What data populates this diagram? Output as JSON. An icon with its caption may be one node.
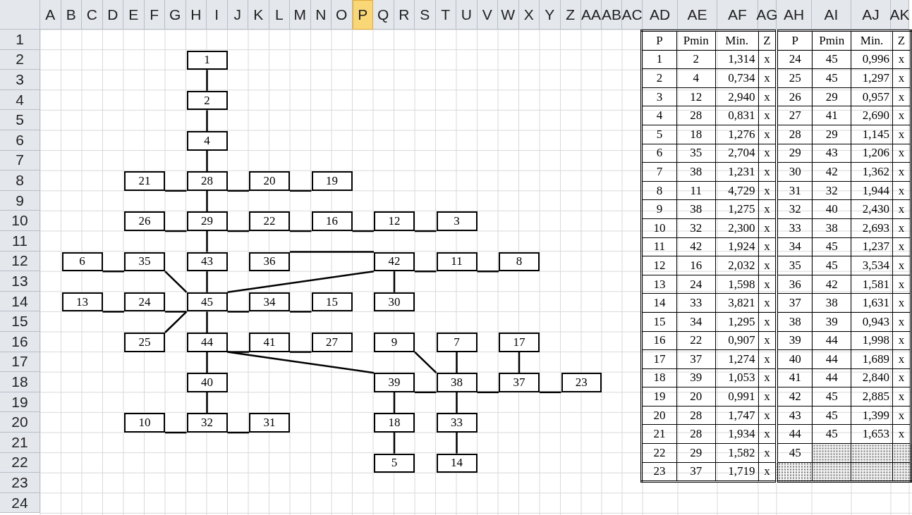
{
  "diagram": {
    "nodes": [
      {
        "text": [
          "1"
        ]
      },
      {
        "text": [
          "2"
        ]
      },
      {
        "text": [
          "4"
        ]
      },
      {
        "text": [
          "21"
        ]
      },
      {
        "text": [
          "28"
        ]
      },
      {
        "text": [
          "20"
        ]
      },
      {
        "text": [
          "19"
        ]
      },
      {
        "text": [
          "26"
        ]
      },
      {
        "text": [
          "29"
        ]
      },
      {
        "text": [
          "22"
        ]
      },
      {
        "text": [
          "16"
        ]
      },
      {
        "text": [
          "12"
        ]
      },
      {
        "text": [
          "3"
        ]
      },
      {
        "text": [
          "6"
        ]
      },
      {
        "text": [
          "35"
        ]
      },
      {
        "text": [
          "43"
        ]
      },
      {
        "text": [
          "36"
        ]
      },
      {
        "text": [
          "42"
        ]
      },
      {
        "text": [
          "11"
        ]
      },
      {
        "text": [
          "8"
        ]
      },
      {
        "text": [
          "13"
        ]
      },
      {
        "text": [
          "24"
        ]
      },
      {
        "text": [
          "45"
        ]
      },
      {
        "text": [
          "34"
        ]
      },
      {
        "text": [
          "15"
        ]
      },
      {
        "text": [
          "30"
        ]
      },
      {
        "text": [
          "25"
        ]
      },
      {
        "text": [
          "44"
        ]
      },
      {
        "text": [
          "41"
        ]
      },
      {
        "text": [
          "27"
        ]
      },
      {
        "text": [
          "9"
        ]
      },
      {
        "text": [
          "7"
        ]
      },
      {
        "text": [
          "17"
        ]
      },
      {
        "text": [
          "40"
        ]
      },
      {
        "text": [
          "39"
        ]
      },
      {
        "text": [
          "38"
        ]
      },
      {
        "text": [
          "37"
        ]
      },
      {
        "text": [
          "23"
        ]
      },
      {
        "text": [
          "10"
        ]
      },
      {
        "text": [
          "32"
        ]
      },
      {
        "text": [
          "31"
        ]
      },
      {
        "text": [
          "18"
        ]
      },
      {
        "text": [
          "33"
        ]
      },
      {
        "text": [
          "5"
        ]
      },
      {
        "text": [
          "14"
        ]
      }
    ],
    "edges": [
      {
        "from": 0,
        "to": 1,
        "arrow": "none"
      },
      {
        "from": 1,
        "to": 2,
        "arrow": "none"
      },
      {
        "from": 12,
        "to": 11,
        "arrow": "none"
      },
      {
        "from": 2,
        "to": 4,
        "arrow": "none"
      },
      {
        "from": 43,
        "to": 41,
        "arrow": "none"
      },
      {
        "from": 13,
        "to": 14,
        "arrow": "none"
      },
      {
        "from": 31,
        "to": 35,
        "arrow": "none"
      },
      {
        "from": 19,
        "to": 18,
        "arrow": "none"
      },
      {
        "from": 30,
        "to": 35,
        "arrow": "none"
      },
      {
        "from": 38,
        "to": 39,
        "arrow": "none"
      },
      {
        "from": 18,
        "to": 17,
        "arrow": "none"
      },
      {
        "from": 11,
        "to": 10,
        "arrow": "none"
      },
      {
        "from": 20,
        "to": 21,
        "arrow": "none"
      },
      {
        "from": 44,
        "to": 42,
        "arrow": "none"
      },
      {
        "from": 24,
        "to": 23,
        "arrow": "none"
      },
      {
        "from": 10,
        "to": 9,
        "arrow": "none"
      },
      {
        "from": 32,
        "to": 36,
        "arrow": "none"
      },
      {
        "from": 41,
        "to": 34,
        "arrow": "none"
      },
      {
        "from": 6,
        "to": 5,
        "arrow": "none"
      },
      {
        "from": 5,
        "to": 4,
        "arrow": "none"
      },
      {
        "from": 3,
        "to": 4,
        "arrow": "none"
      },
      {
        "from": 9,
        "to": 8,
        "arrow": "none"
      },
      {
        "from": 37,
        "to": 36,
        "arrow": "none"
      },
      {
        "from": 21,
        "to": 22,
        "arrow": "none"
      },
      {
        "from": 26,
        "to": 22,
        "arrow": "none"
      },
      {
        "from": 7,
        "to": 8,
        "arrow": "none"
      },
      {
        "from": 29,
        "to": 28,
        "arrow": "none"
      },
      {
        "from": 4,
        "to": 8,
        "arrow": "none"
      },
      {
        "from": 8,
        "to": 15,
        "arrow": "none"
      },
      {
        "from": 25,
        "to": 17,
        "arrow": "none"
      },
      {
        "from": 40,
        "to": 39,
        "arrow": "none"
      },
      {
        "from": 39,
        "to": 33,
        "arrow": "none"
      },
      {
        "from": 42,
        "to": 35,
        "arrow": "none"
      },
      {
        "from": 23,
        "to": 22,
        "arrow": "none"
      },
      {
        "from": 14,
        "to": 22,
        "arrow": "none"
      },
      {
        "from": 16,
        "to": 17,
        "arrow": "none"
      },
      {
        "from": 36,
        "to": 35,
        "arrow": "none"
      },
      {
        "from": 35,
        "to": 34,
        "arrow": "none"
      },
      {
        "from": 34,
        "to": 27,
        "arrow": "none"
      },
      {
        "from": 33,
        "to": 27,
        "arrow": "none"
      },
      {
        "from": 28,
        "to": 27,
        "arrow": "none"
      },
      {
        "from": 17,
        "to": 22,
        "arrow": "none"
      },
      {
        "from": 15,
        "to": 22,
        "arrow": "none"
      },
      {
        "from": 27,
        "to": 22,
        "arrow": "none"
      }
    ],
    "labels": [
      "A",
      "B",
      "C",
      "D",
      "E",
      "F",
      "G",
      "H",
      "I",
      "J",
      "K",
      "L",
      "M",
      "N",
      "O",
      "P",
      "Q",
      "R",
      "S",
      "T",
      "U",
      "V",
      "W",
      "X",
      "Y",
      "Z",
      "AA",
      "AB",
      "AC",
      "AD",
      "AE",
      "AF",
      "AG",
      "AH",
      "AI",
      "AJ",
      "AK",
      "1",
      "P",
      "Pmin",
      "Min.",
      "Z",
      "P",
      "Pmin",
      "Min.",
      "Z",
      "2",
      "1",
      "2",
      "1,314",
      "x",
      "24",
      "45",
      "0,996",
      "x",
      "3",
      "2",
      "4",
      "0,734",
      "x",
      "25",
      "45",
      "1,297",
      "x",
      "4",
      "3",
      "12",
      "2,940",
      "x",
      "26",
      "29",
      "0,957",
      "x",
      "5",
      "4",
      "28",
      "0,831",
      "x",
      "27",
      "41",
      "2,690",
      "x",
      "6",
      "5",
      "18",
      "1,276",
      "x",
      "28",
      "29",
      "1,145",
      "x",
      "7",
      "6",
      "35",
      "2,704",
      "x",
      "29",
      "43",
      "1,206",
      "x",
      "8",
      "7",
      "38",
      "1,231",
      "x",
      "30",
      "42",
      "1,362",
      "x",
      "9",
      "8",
      "11",
      "4,729",
      "x",
      "31",
      "32",
      "1,944",
      "x",
      "10",
      "9",
      "38",
      "1,275",
      "x",
      "32",
      "40",
      "2,430",
      "x",
      "11",
      "10",
      "32",
      "2,300",
      "x",
      "33",
      "38",
      "2,693",
      "x",
      "12",
      "11",
      "42",
      "1,924",
      "x",
      "34",
      "45",
      "1,237",
      "x",
      "13",
      "12",
      "16",
      "2,032",
      "x",
      "35",
      "45",
      "3,534",
      "x",
      "14",
      "13",
      "24",
      "1,598",
      "x",
      "36",
      "42",
      "1,581",
      "x",
      "15",
      "14",
      "33",
      "3,821",
      "x",
      "37",
      "38",
      "1,631",
      "x",
      "16",
      "15",
      "34",
      "1,295",
      "x",
      "38",
      "39",
      "0,943",
      "x",
      "17",
      "16",
      "22",
      "0,907",
      "x",
      "39",
      "44",
      "1,998",
      "x",
      "18",
      "17",
      "37",
      "1,274",
      "x",
      "40",
      "44",
      "1,689",
      "x",
      "19",
      "18",
      "39",
      "1,053",
      "x",
      "41",
      "44",
      "2,840",
      "x",
      "20",
      "19",
      "20",
      "0,991",
      "x",
      "42",
      "45",
      "2,885",
      "x",
      "21",
      "20",
      "28",
      "1,747",
      "x",
      "43",
      "45",
      "1,399",
      "x",
      "22",
      "21",
      "28",
      "1,934",
      "x",
      "44",
      "45",
      "1,653",
      "x",
      "23",
      "22",
      "29",
      "1,582",
      "x",
      "45",
      "24",
      "23",
      "37",
      "1,719",
      "x"
    ]
  }
}
